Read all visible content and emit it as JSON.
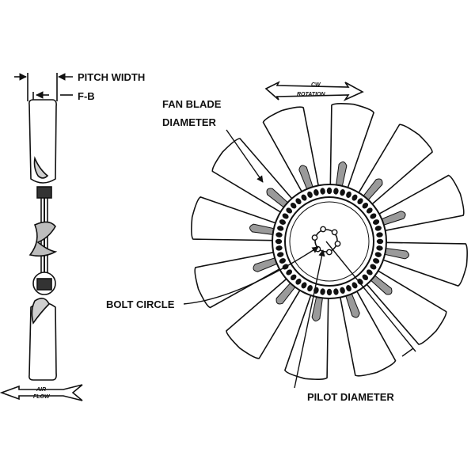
{
  "labels": {
    "pitch_width": "PITCH WIDTH",
    "fb": "F-B",
    "fan_blade": "FAN BLADE",
    "diameter": "DIAMETER",
    "bolt_circle": "BOLT CIRCLE",
    "pilot_diameter": "PILOT DIAMETER",
    "cw": "CW",
    "rotation": "ROTATION",
    "air": "AIR",
    "flow": "FLOW"
  },
  "fan": {
    "blade_count": 12
  },
  "colors": {
    "line": "#111111",
    "fill": "#ffffff",
    "shade": "#9a9a9a"
  }
}
